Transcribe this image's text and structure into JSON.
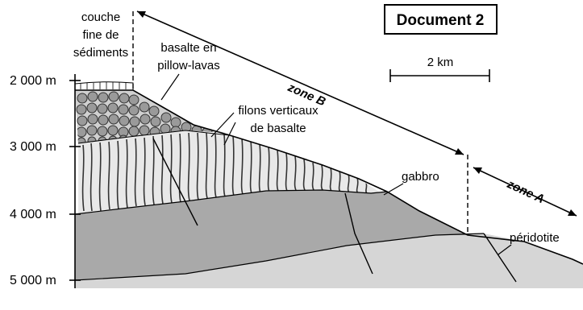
{
  "document_title": "Document 2",
  "scale_bar": "2 km",
  "depths": [
    "2 000 m",
    "3 000 m",
    "4 000 m",
    "5 000 m"
  ],
  "labels": {
    "sediments": [
      "couche",
      "fine de",
      "sédiments"
    ],
    "pillow": [
      "basalte en",
      "pillow-lavas"
    ],
    "filons": [
      "filons verticaux",
      "de basalte"
    ],
    "gabbro": "gabbro",
    "peridotite": "péridotite"
  },
  "zones": {
    "b": "zone B",
    "a": "zone A"
  },
  "colors": {
    "gabbro": "#a9a9a9",
    "peridotite": "#d6d6d6",
    "filons_bg": "#e8e8e8",
    "pillow": "#9a9a9a"
  }
}
